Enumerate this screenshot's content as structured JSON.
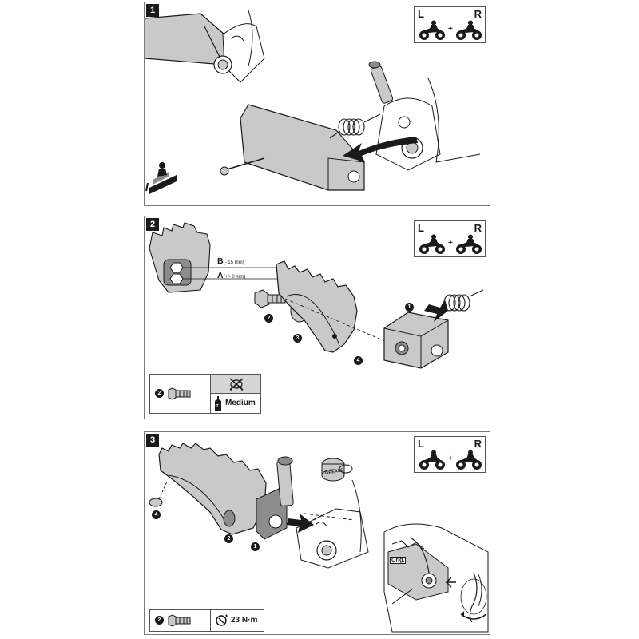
{
  "steps": [
    {
      "number": "1",
      "side_left": "L",
      "side_right": "R",
      "plus": "+"
    },
    {
      "number": "2",
      "side_left": "L",
      "side_right": "R",
      "plus": "+",
      "position_b": {
        "letter": "B",
        "note": "(- 15 mm)"
      },
      "position_a": {
        "letter": "A",
        "note": "(+/- 0 mm)"
      },
      "callouts": [
        "1",
        "2",
        "3",
        "4"
      ],
      "spec": {
        "callout": "2",
        "loctite_label": "LT",
        "strength": "Medium"
      }
    },
    {
      "number": "3",
      "side_left": "L",
      "side_right": "R",
      "plus": "+",
      "grease_label": "GREASE",
      "orig_label": "Orig.",
      "callouts": [
        "1",
        "2",
        "4"
      ],
      "spec": {
        "callout": "2",
        "torque": "23 N·m"
      }
    }
  ],
  "colors": {
    "ink": "#1a1a1a",
    "part_fill": "#c9c9c9",
    "part_dark": "#8c8c8c",
    "frame": "#7a7a7a"
  },
  "icons": [
    "motorcycle-icon",
    "bolt-icon",
    "loctite-bottle-icon",
    "no-grease-icon",
    "torque-wrench-icon",
    "rotate-arrow-icon",
    "side-stand-icon"
  ]
}
